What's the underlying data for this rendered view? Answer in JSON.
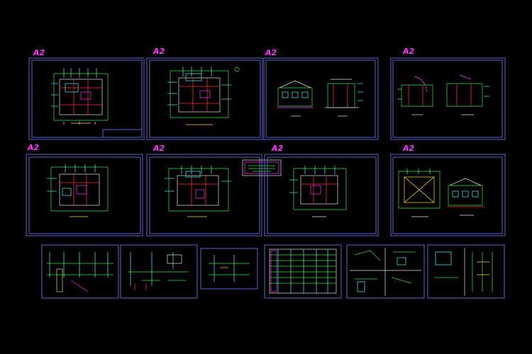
{
  "canvas": {
    "background": "#000000"
  },
  "colors": {
    "frame": "#5d63c9",
    "label": "#ff33ff",
    "cyan": "#33e0e0",
    "green": "#2fe83a",
    "red": "#ff2a2a",
    "yellow": "#ffe21a",
    "white": "#e6e6e6",
    "blue": "#4a66ff"
  },
  "sheets": [
    {
      "id": "s1",
      "label": "A2"
    },
    {
      "id": "s2",
      "label": "A2"
    },
    {
      "id": "s3",
      "label": "A2"
    },
    {
      "id": "s4",
      "label": "A2"
    },
    {
      "id": "s5",
      "label": "A2"
    },
    {
      "id": "s6",
      "label": "A2"
    },
    {
      "id": "s7",
      "label": "A2"
    },
    {
      "id": "s8",
      "label": "A2"
    }
  ]
}
